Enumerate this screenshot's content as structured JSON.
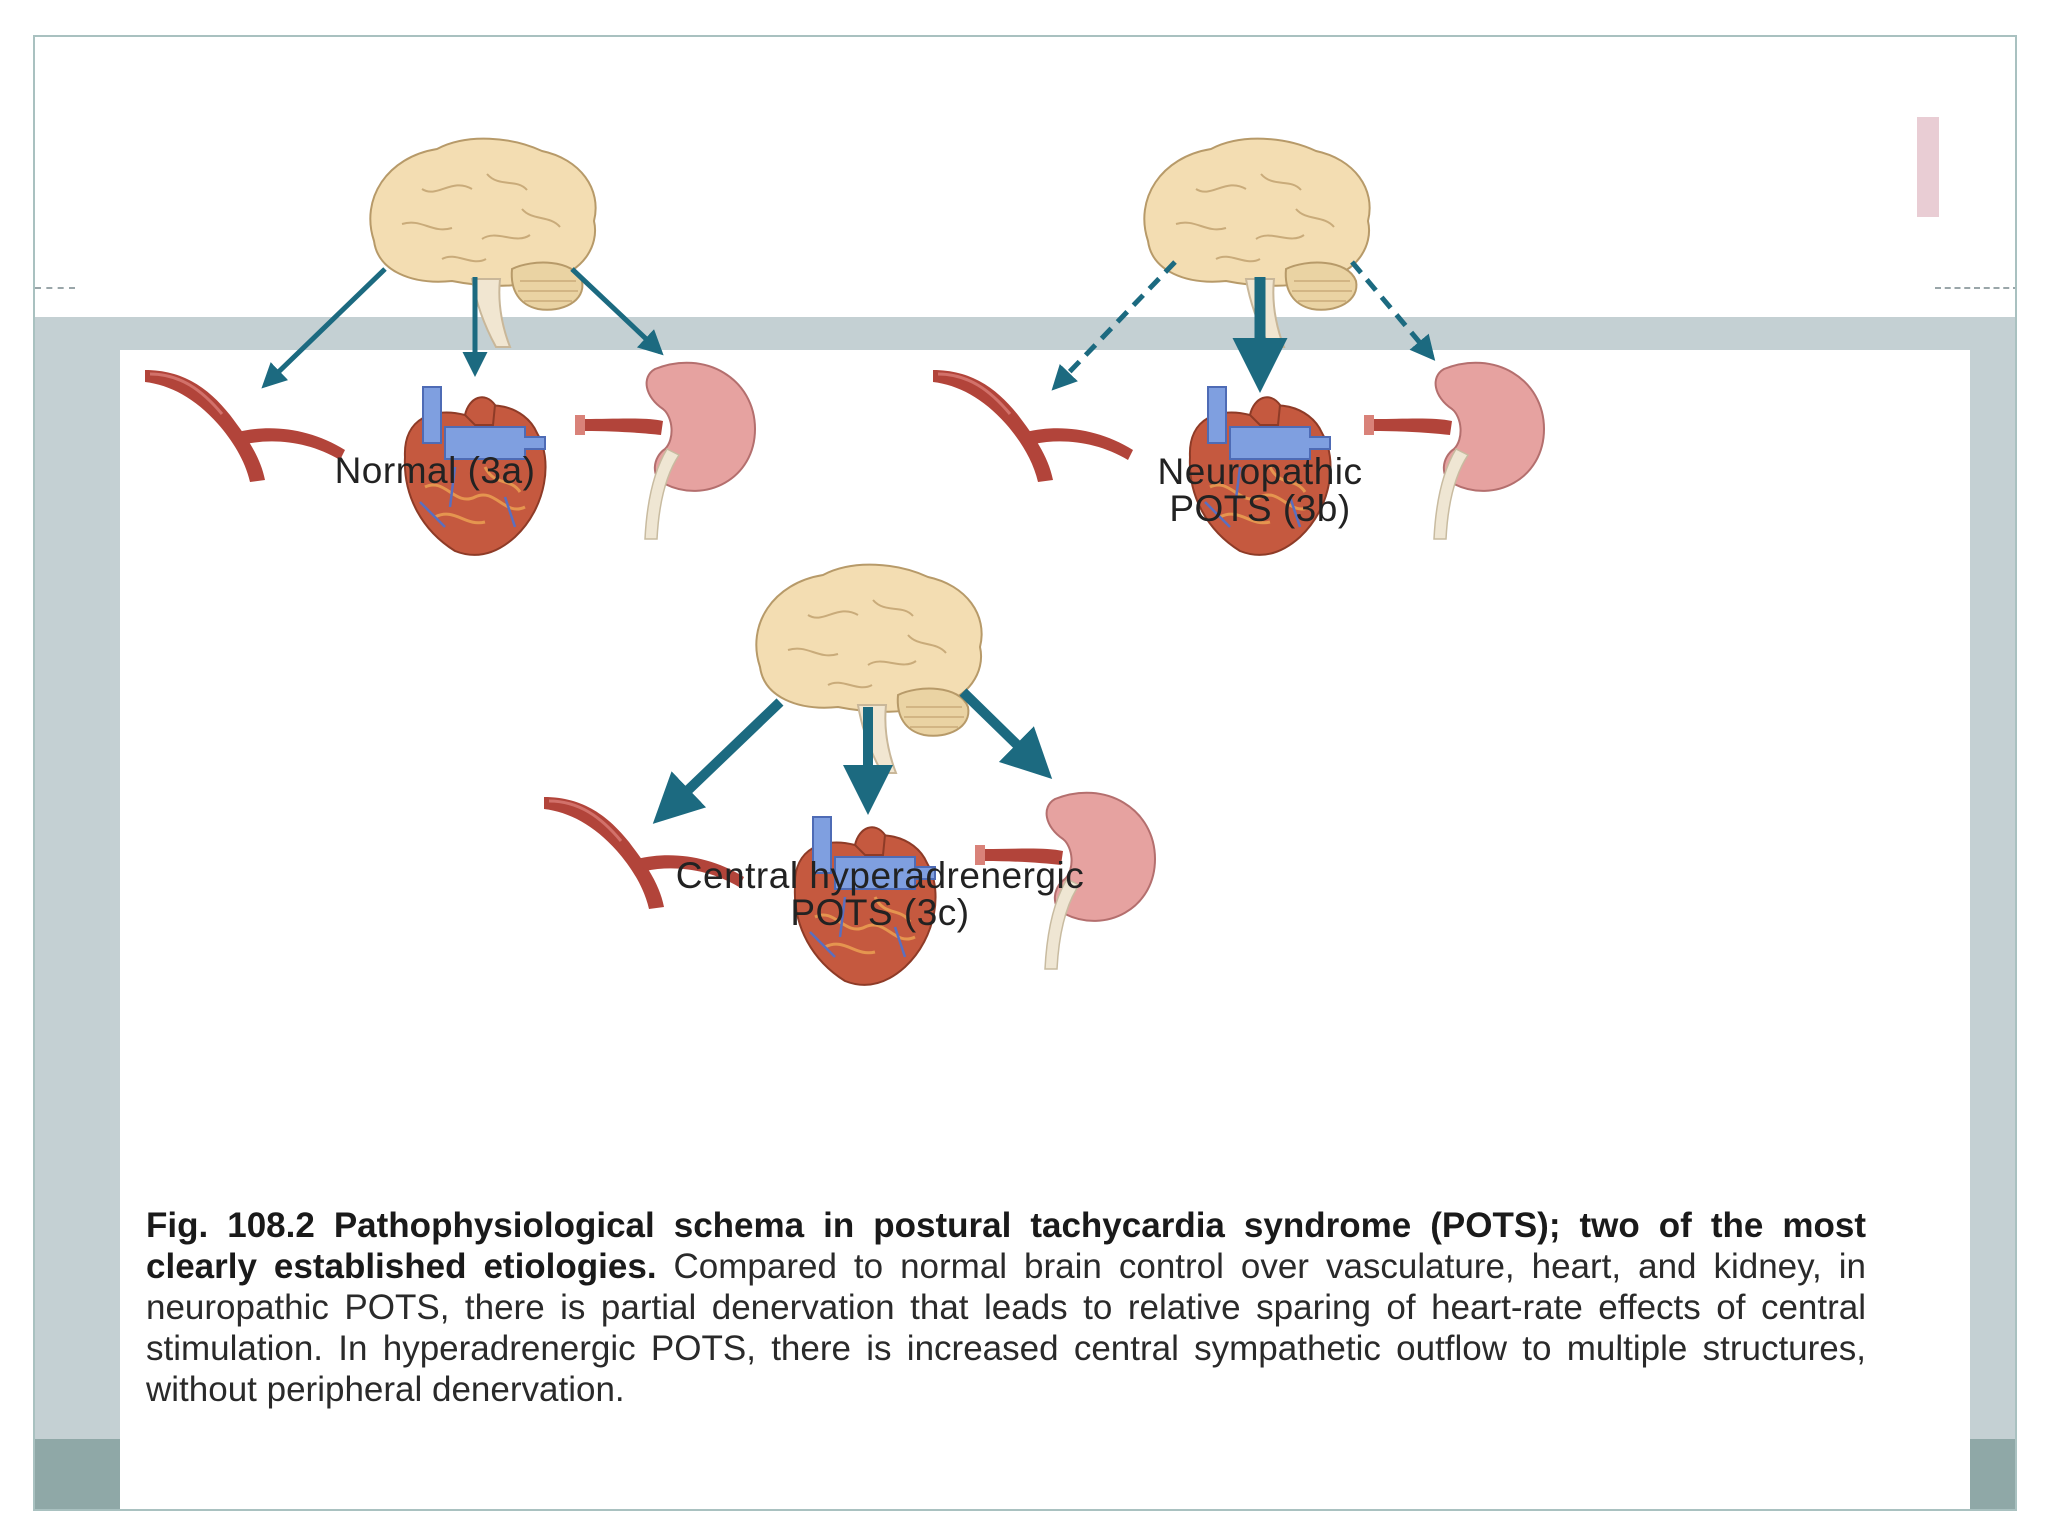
{
  "panels": {
    "normal": {
      "label": "Normal (3a)"
    },
    "neuropathic": {
      "label_line1": "Neuropathic",
      "label_line2": "POTS (3b)"
    },
    "hyperadrenergic": {
      "label_line1": "Central hyperadrenergic",
      "label_line2": "POTS (3c)"
    }
  },
  "caption": {
    "bold": "Fig. 108.2 Pathophysiological schema in postural tachycardia syndrome (POTS); two of the most clearly established etiologies.",
    "text": "Compared to normal brain control over vasculature, heart, and kidney, in neuropathic POTS, there is partial denervation that leads to relative sparing of heart-rate effects of central stimulation. In hyperadrenergic POTS, there is increased central sympathetic outflow to multiple structures, without peripheral denervation."
  },
  "colors": {
    "arrow": "#1c6a80",
    "brain": "#f3ddb2",
    "heart": "#c5593f",
    "heart_vessels": "#7f9fe0",
    "kidney": "#e6a2a0",
    "vessel": "#b2443a",
    "slide_band": "#c4d0d3",
    "footer_band": "#8fa8a7"
  },
  "icons": [
    "brain-icon",
    "blood-vessel-icon",
    "heart-icon",
    "kidney-icon"
  ]
}
